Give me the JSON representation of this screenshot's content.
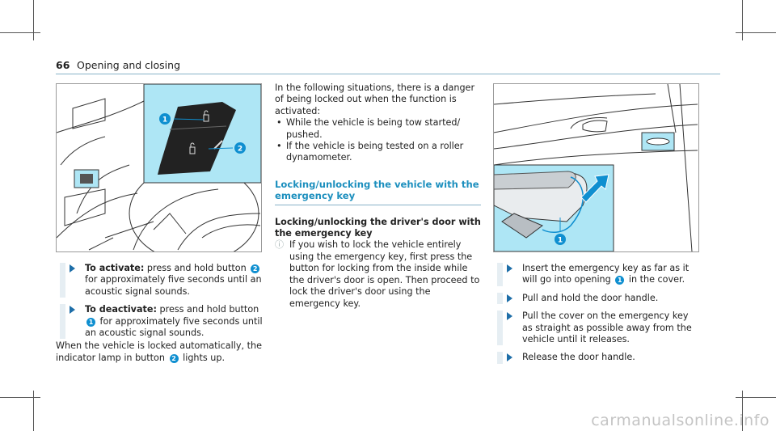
{
  "header": {
    "page_number": "66",
    "title": "Opening and closing"
  },
  "figure1": {
    "callout_1": "1",
    "callout_2": "2"
  },
  "left_column": {
    "step1_label": "To activate:",
    "step1_a": " press and hold button ",
    "step1_badge": "2",
    "step1_b": " for approximately five seconds until an acoustic signal sounds.",
    "step2_label": "To deactivate:",
    "step2_a": " press and hold button ",
    "step2_badge": "1",
    "step2_b": " for approximately five seconds until an acoustic signal sounds.",
    "para_a": "When the vehicle is locked automatically, the indicator lamp in button ",
    "para_badge": "2",
    "para_b": " lights up."
  },
  "middle_column": {
    "intro": "In the following situations, there is a danger of being locked out when the function is activated:",
    "bullets": [
      "While the vehicle is being tow started/ pushed.",
      "If the vehicle is being tested on a roller dyna­mometer."
    ],
    "section_heading": "Locking/unlocking the vehicle with the emergency key",
    "sub_heading": "Locking/unlocking the driver's door with the emergency key",
    "note": "If you wish to lock the vehicle entirely using the emergency key, first press the button for locking from the inside while the driver's door is open. Then proceed to lock the driv­er's door using the emergency key."
  },
  "right_column": {
    "step1_a": "Insert the emergency key as far as it will go into opening ",
    "step1_badge": "1",
    "step1_b": " in the cover.",
    "step2": "Pull and hold the door handle.",
    "step3": "Pull the cover on the emergency key as straight as possible away from the vehicle until it releases.",
    "step4": "Release the door handle."
  },
  "figure2": {
    "callout_1": "1"
  },
  "watermark": "carmanualsonline.info",
  "colors": {
    "accent": "#1c8fbe",
    "callout": "#0f8fd0",
    "highlight": "#aee6f5"
  }
}
